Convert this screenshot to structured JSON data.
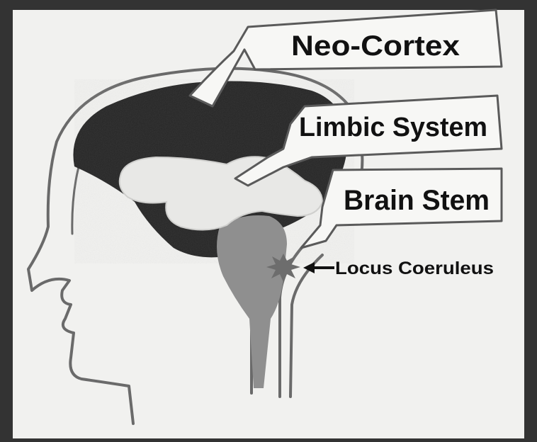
{
  "diagram": {
    "labels": {
      "neo_cortex": "Neo-Cortex",
      "limbic_system": "Limbic System",
      "brain_stem": "Brain Stem",
      "locus_coeruleus": "Locus Coeruleus"
    },
    "colors": {
      "frame": "#333333",
      "paper": "#f1f1ef",
      "neo_cortex_fill": "#252525",
      "limbic_fill": "#e8e8e6",
      "brain_stem_fill": "#8f8f8f",
      "outline": "#555555"
    }
  }
}
